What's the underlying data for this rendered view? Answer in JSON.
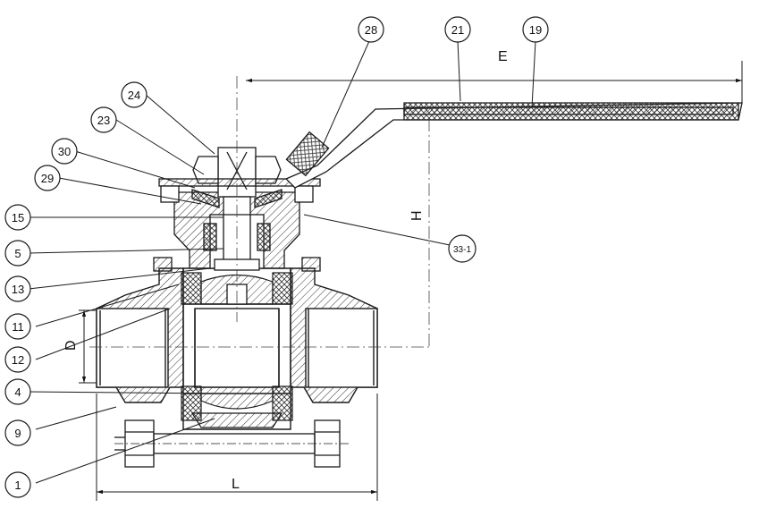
{
  "callouts": {
    "c1": "1",
    "c4": "4",
    "c5": "5",
    "c9": "9",
    "c11": "11",
    "c12": "12",
    "c13": "13",
    "c15": "15",
    "c19": "19",
    "c21": "21",
    "c23": "23",
    "c24": "24",
    "c28": "28",
    "c29": "29",
    "c30": "30",
    "c33": "33-1"
  },
  "dimensions": {
    "E": "E",
    "H": "H",
    "D": "D",
    "L": "L"
  },
  "colors": {
    "line": "#1a1a1a",
    "hatch": "#333333",
    "paper": "#ffffff"
  }
}
